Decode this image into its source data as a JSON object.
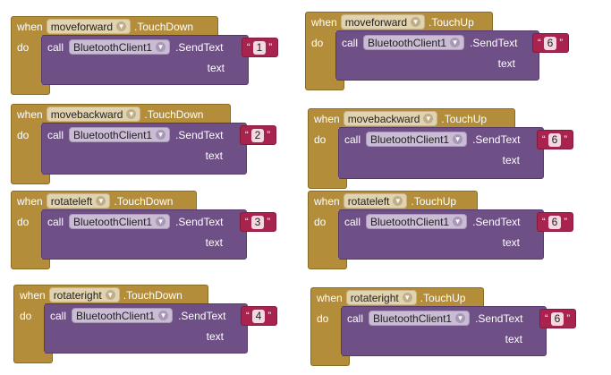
{
  "keywords": {
    "when": "when",
    "do": "do",
    "call": "call",
    "text": "text"
  },
  "component": "BluetoothClient1",
  "method": ".SendText",
  "quote_open": "“",
  "quote_close": "”",
  "events": [
    {
      "button": "moveforward",
      "event": ".TouchDown",
      "value": "1"
    },
    {
      "button": "moveforward",
      "event": ".TouchUp",
      "value": "6"
    },
    {
      "button": "movebackward",
      "event": ".TouchDown",
      "value": "2"
    },
    {
      "button": "movebackward",
      "event": ".TouchUp",
      "value": "6"
    },
    {
      "button": "rotateleft",
      "event": ".TouchDown",
      "value": "3"
    },
    {
      "button": "rotateleft",
      "event": ".TouchUp",
      "value": "6"
    },
    {
      "button": "rotateright",
      "event": ".TouchDown",
      "value": "4"
    },
    {
      "button": "rotateright",
      "event": ".TouchUp",
      "value": "6"
    }
  ]
}
